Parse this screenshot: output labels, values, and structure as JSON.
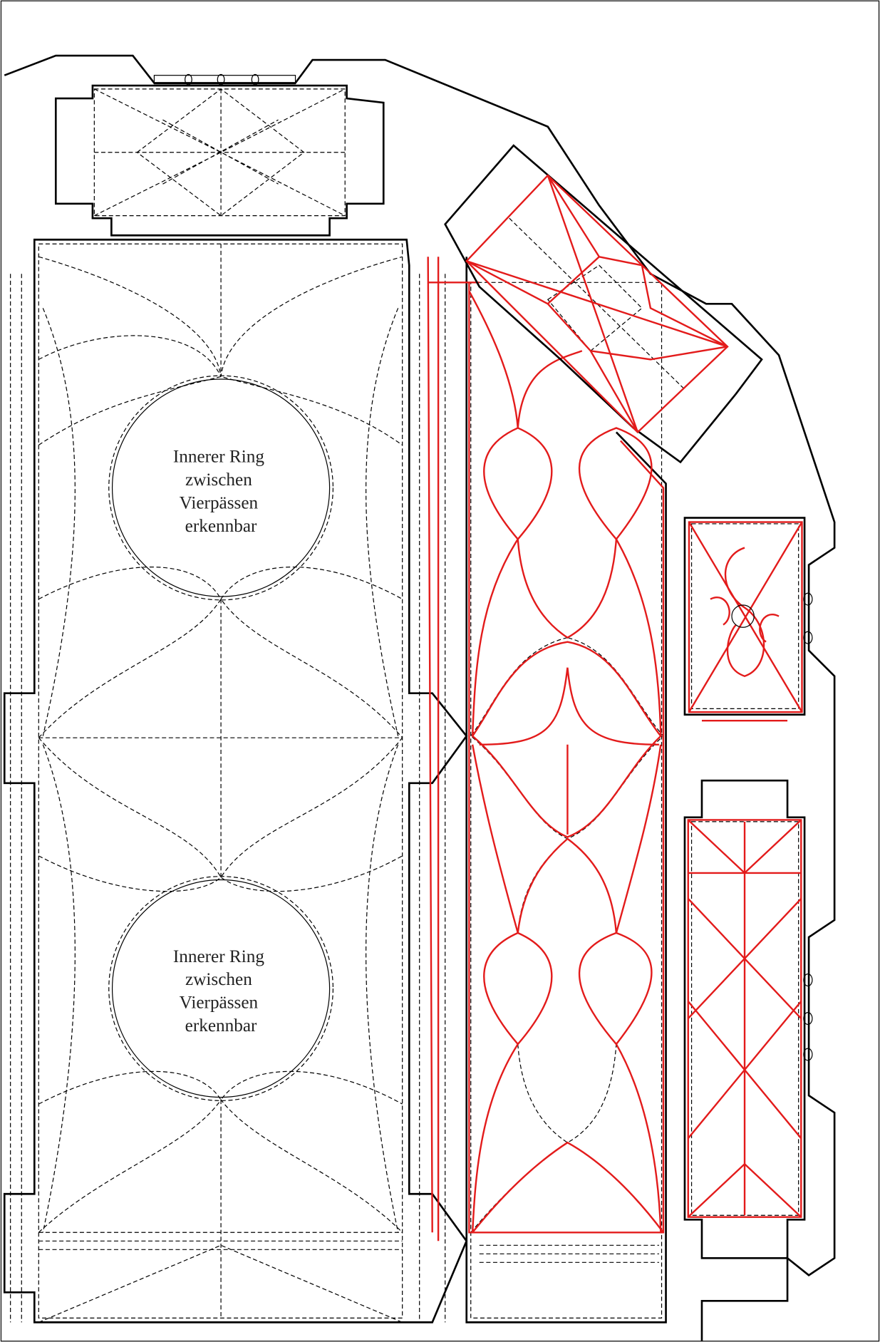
{
  "labels": {
    "ring_upper": [
      "Innerer Ring",
      "zwischen",
      "Vierpässen",
      "erkennbar"
    ],
    "ring_lower": [
      "Innerer Ring",
      "zwischen",
      "Vierpässen",
      "erkennbar"
    ]
  },
  "colors": {
    "lines": "#000000",
    "overlay": "#e31b1b",
    "background": "#ffffff"
  }
}
